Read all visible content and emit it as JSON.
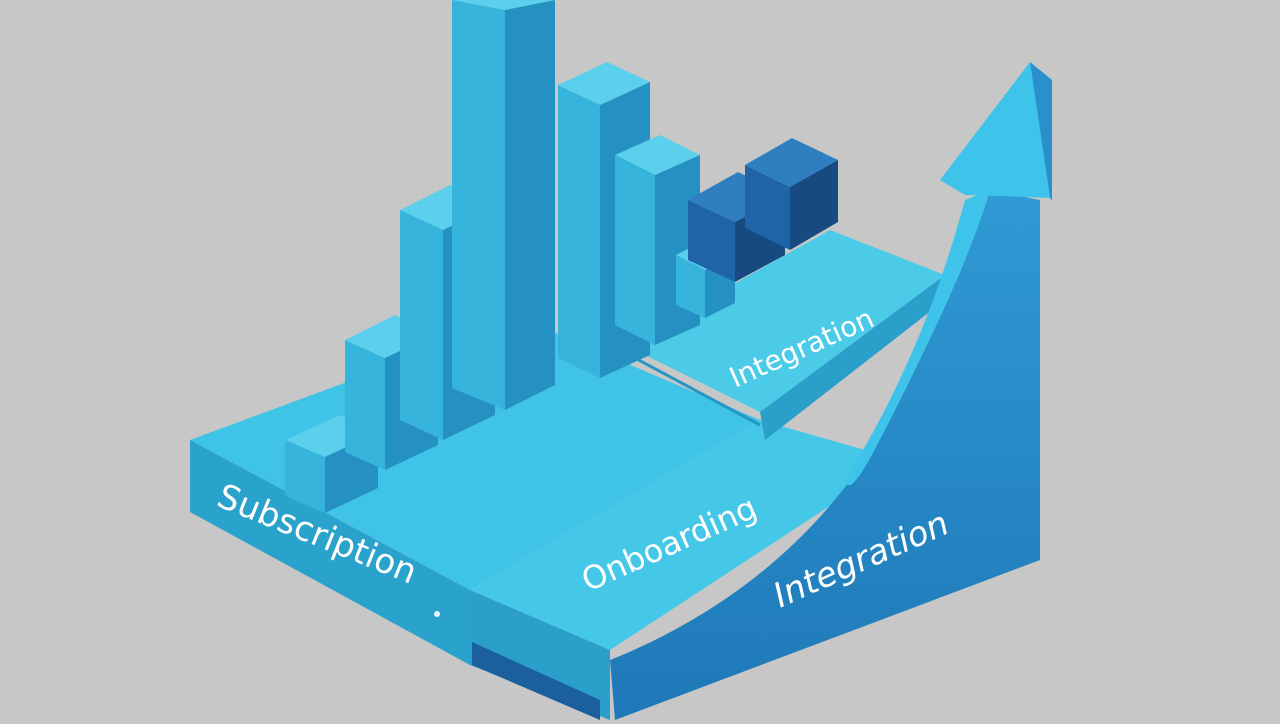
{
  "colors": {
    "background": "#c7c7c7",
    "bar_top": "#4fc6e3",
    "bar_front": "#2fa8cf",
    "bar_side": "#1f84b3",
    "dark_block_top": "#2f7fc0",
    "dark_block_front": "#1c5f9c",
    "dark_block_side": "#164a80",
    "platform_top": "#3fc3e6",
    "platform_front": "#2aa3cc",
    "arrow_face": "#2a8fcb",
    "arrow_light": "#3ec4ea",
    "label_text": "#ffffff"
  },
  "labels": {
    "subscription": "Subscription",
    "onboarding": "Onboarding",
    "integration_platform": "Integration",
    "integration_arrow": "Integration"
  },
  "icons": {
    "arrow": "growth-arrow"
  }
}
